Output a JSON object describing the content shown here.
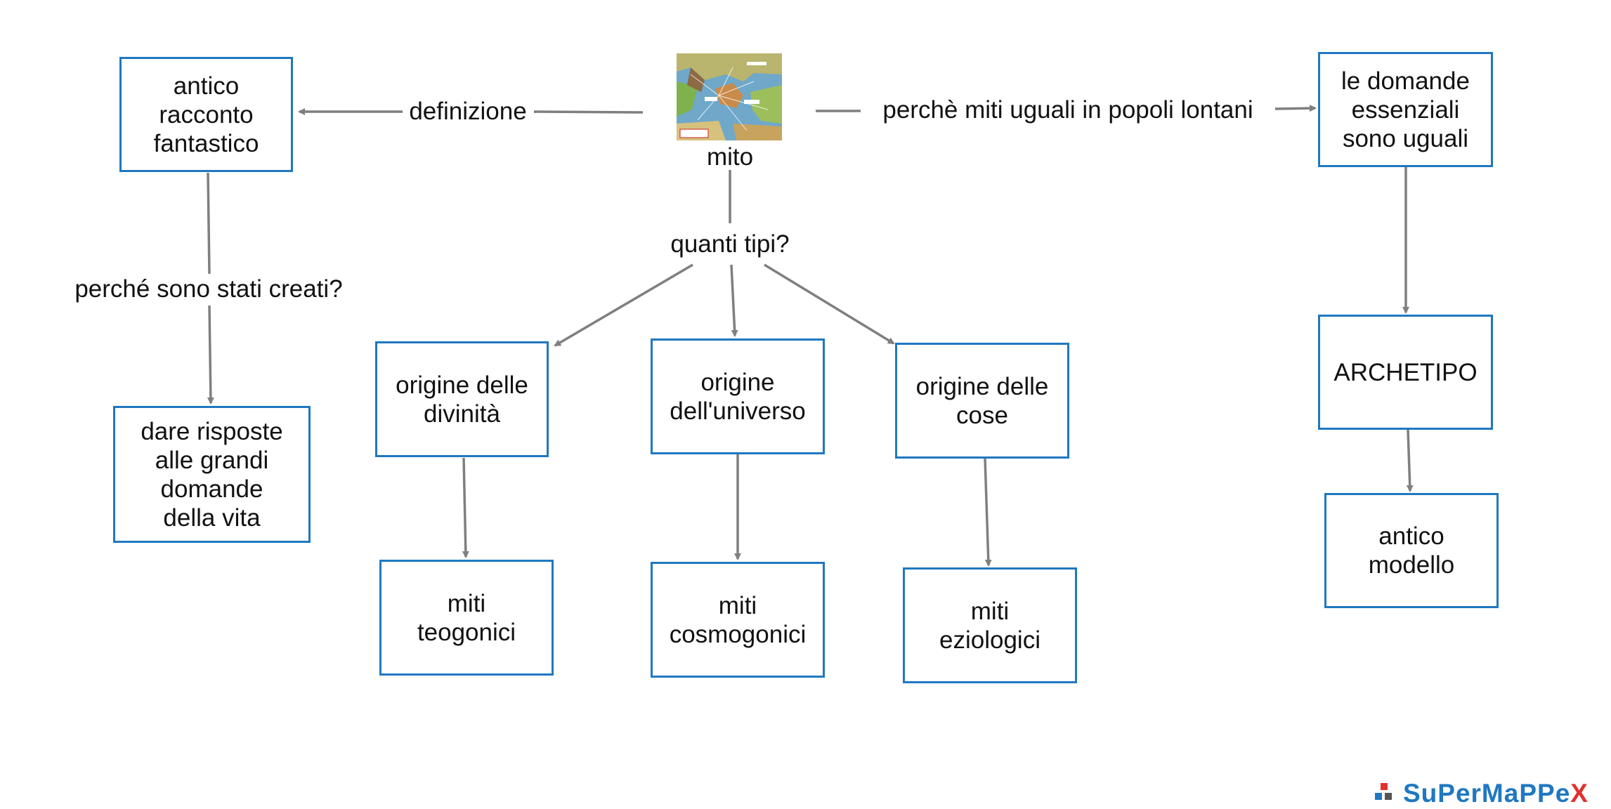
{
  "diagram": {
    "root": {
      "label": "mito",
      "image_icon": "world-map-thumbnail"
    },
    "nodes": {
      "antico_racconto": "antico\nracconto\nfantastico",
      "dare_risposte": "dare risposte\nalle grandi\ndomande\ndella vita",
      "origine_divinita": "origine delle\ndivinità",
      "origine_universo": "origine\ndell'universo",
      "origine_cose": "origine delle\ncose",
      "miti_teogonici": "miti\nteogonici",
      "miti_cosmogonici": "miti\ncosmogonici",
      "miti_eziologici": "miti\neziologici",
      "domande_essenziali": "le domande\nessenziali\nsono uguali",
      "archetipo": "ARCHETIPO",
      "antico_modello": "antico\nmodello"
    },
    "link_labels": {
      "definizione": "definizione",
      "perche_miti_uguali": "perchè miti uguali in popoli lontani",
      "quanti_tipi": "quanti tipi?",
      "perche_creati": "perché sono stati creati?"
    },
    "colors": {
      "node_border": "#1f78c1",
      "arrow": "#7f7f7f",
      "text": "#111111"
    }
  },
  "brand": {
    "name_main": "SuPerMaPPe",
    "name_accent": "X"
  }
}
